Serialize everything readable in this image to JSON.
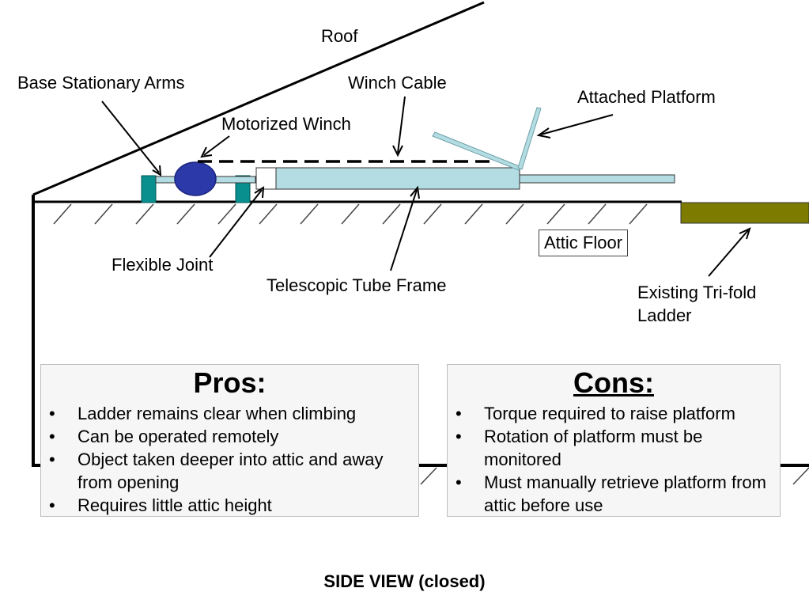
{
  "labels": {
    "roof": "Roof",
    "base_arms": "Base Stationary Arms",
    "winch_cable": "Winch Cable",
    "attached_platform": "Attached Platform",
    "motorized_winch": "Motorized Winch",
    "attic_floor": "Attic Floor",
    "flexible_joint": "Flexible Joint",
    "telescopic_tube": "Telescopic Tube Frame",
    "trifold_ladder": "Existing Tri-fold Ladder"
  },
  "pros": {
    "title": "Pros:",
    "items": [
      "Ladder remains clear when climbing",
      "Can be operated remotely",
      "Object taken deeper into attic and away from opening",
      "Requires little attic height"
    ]
  },
  "cons": {
    "title": "Cons:",
    "items": [
      "Torque required to raise platform",
      "Rotation of platform must be monitored",
      "Must manually retrieve platform from attic before use"
    ]
  },
  "caption": "SIDE VIEW (closed)",
  "colors": {
    "tube": "#b4dde3",
    "winch": "#2b3aa8",
    "arm": "#0a8f8f",
    "ladder": "#7d7b00"
  }
}
